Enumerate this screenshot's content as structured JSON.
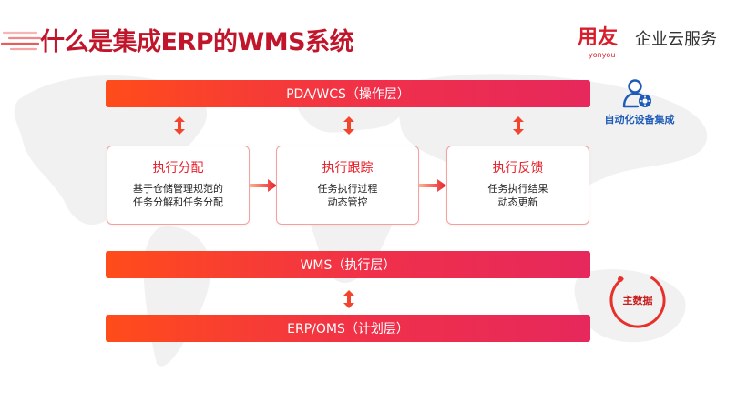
{
  "title": "什么是集成ERP的WMS系统",
  "logo": {
    "mark": "用友",
    "sub": "yonyou",
    "text": "企业云服务"
  },
  "layers": {
    "pda": "PDA/WCS（操作层）",
    "wms": "WMS（执行层）",
    "erp": "ERP/OMS（计划层）"
  },
  "cards": [
    {
      "title": "执行分配",
      "lines": [
        "基于仓储管理规范的",
        "任务分解和任务分配"
      ]
    },
    {
      "title": "执行跟踪",
      "lines": [
        "任务执行过程",
        "动态管控"
      ]
    },
    {
      "title": "执行反馈",
      "lines": [
        "任务执行结果",
        "动态更新"
      ]
    }
  ],
  "device": {
    "icon": "user-gear-icon",
    "label": "自动化设备集成"
  },
  "master_data": {
    "label": "主数据"
  },
  "colors": {
    "brand_red": "#d81e2c",
    "title_red": "#c0152a",
    "bar_start": "#ff4c1a",
    "bar_end": "#e6285c",
    "card_title": "#e8202a",
    "card_border": "#f3a0a0",
    "device_blue": "#1e5bb8"
  }
}
